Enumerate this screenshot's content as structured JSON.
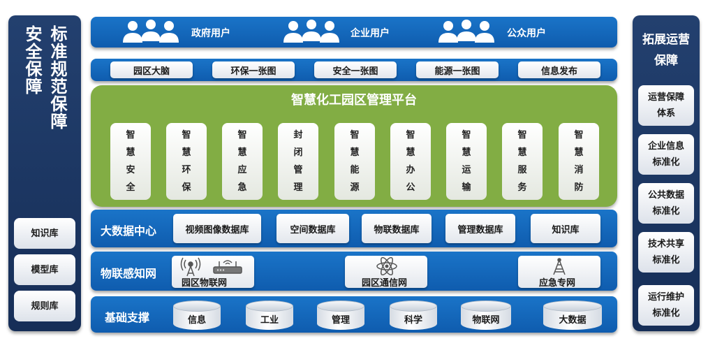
{
  "left_panel": {
    "title_lines": [
      "安全保障",
      "标准规范保障"
    ],
    "items": [
      "知识库",
      "模型库",
      "规则库"
    ]
  },
  "right_panel": {
    "title_lines": [
      "拓展运营",
      "保障"
    ],
    "items": [
      [
        "运营保障",
        "体系"
      ],
      [
        "企业信息",
        "标准化"
      ],
      [
        "公共数据",
        "标准化"
      ],
      [
        "技术共享",
        "标准化"
      ],
      [
        "运行维护",
        "标准化"
      ]
    ]
  },
  "users": [
    "政府用户",
    "企业用户",
    "公众用户"
  ],
  "apps": [
    "园区大脑",
    "环保一张图",
    "安全一张图",
    "能源一张图",
    "信息发布"
  ],
  "platform": {
    "title": "智慧化工园区管理平台",
    "modules": [
      [
        "智",
        "慧",
        "安",
        "全"
      ],
      [
        "智",
        "慧",
        "环",
        "保"
      ],
      [
        "智",
        "慧",
        "应",
        "急"
      ],
      [
        "封",
        "闭",
        "管",
        "理"
      ],
      [
        "智",
        "慧",
        "能",
        "源"
      ],
      [
        "智",
        "慧",
        "办",
        "公"
      ],
      [
        "智",
        "慧",
        "运",
        "输"
      ],
      [
        "智",
        "慧",
        "服",
        "务"
      ],
      [
        "智",
        "慧",
        "消",
        "防"
      ]
    ]
  },
  "bigdata": {
    "label": "大数据中心",
    "items": [
      "视频图像数据库",
      "空间数据库",
      "物联数据库",
      "管理数据库",
      "知识库"
    ]
  },
  "iot": {
    "label": "物联感知网",
    "items": [
      {
        "label": "园区物联网",
        "icons": [
          "antenna-icon",
          "router-icon"
        ]
      },
      {
        "label": "园区通信网",
        "icons": [
          "atom-icon"
        ]
      },
      {
        "label": "应急专网",
        "icons": [
          "signal-tower-icon"
        ]
      }
    ]
  },
  "infra": {
    "label": "基础支撑",
    "items": [
      "信息",
      "工业",
      "管理",
      "科学",
      "物联网",
      "大数据"
    ]
  },
  "colors": {
    "blue": "#1a74c8",
    "navy": "#1c3765",
    "green": "#82ad44"
  }
}
